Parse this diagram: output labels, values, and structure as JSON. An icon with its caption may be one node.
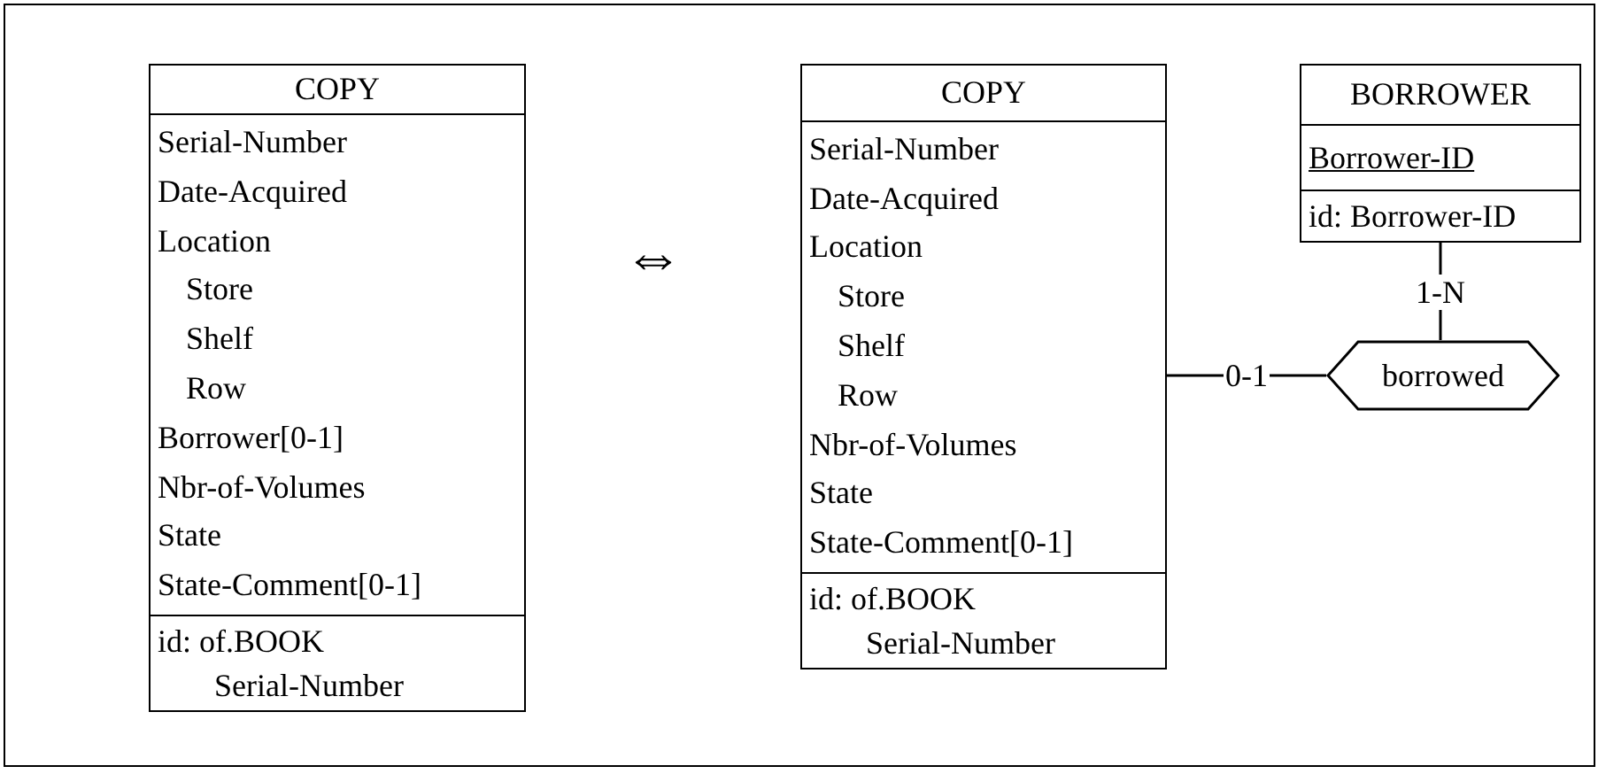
{
  "diagram": {
    "nodes": [
      {
        "text": [
          "COPY",
          "Serial-Number",
          "Date-Acquired",
          "Location",
          "Store",
          "Shelf",
          "Row",
          "Borrower[0-1]",
          "Nbr-of-Volumes",
          "State",
          "State-Comment[0-1]",
          "id: of.BOOK",
          "Serial-Number"
        ]
      },
      {
        "text": [
          "COPY",
          "Serial-Number",
          "Date-Acquired",
          "Location",
          "Store",
          "Shelf",
          "Row",
          "Nbr-of-Volumes",
          "State",
          "State-Comment[0-1]",
          "id: of.BOOK",
          "Serial-Number"
        ]
      },
      {
        "text": [
          "BORROWER",
          "Borrower-ID",
          "id: Borrower-ID"
        ]
      },
      {
        "text": [
          "borrowed"
        ]
      }
    ],
    "edges": [
      {
        "from": 1,
        "to": 3,
        "arrow": "none",
        "label": "0-1"
      },
      {
        "from": 2,
        "to": 3,
        "arrow": "none",
        "label": "1-N"
      }
    ],
    "labels": [
      "⇔"
    ]
  }
}
